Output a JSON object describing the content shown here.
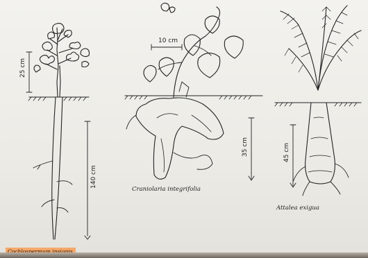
{
  "figures": [
    {
      "name": "Cochlospermum insignis",
      "scale_above": "25 cm",
      "scale_below": "140 cm"
    },
    {
      "name": "Craniolaria integrifolia",
      "scale_leaf": "10 cm",
      "scale_below": "35 cm"
    },
    {
      "name": "Attalea exigua",
      "scale_below": "45 cm"
    }
  ],
  "colors": {
    "highlight": "#f4a86a",
    "ink": "#222222",
    "paper": "#efeee9"
  }
}
